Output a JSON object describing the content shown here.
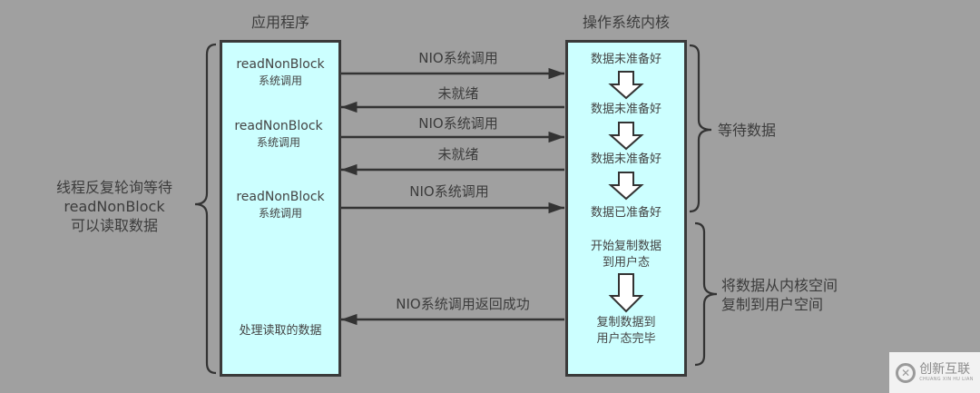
{
  "titles": {
    "app": "应用程序",
    "kernel": "操作系统内核"
  },
  "app_box": {
    "calls": [
      {
        "line1": "readNonBlock",
        "line2": "系统调用"
      },
      {
        "line1": "readNonBlock",
        "line2": "系统调用"
      },
      {
        "line1": "readNonBlock",
        "line2": "系统调用"
      }
    ],
    "process": "处理读取的数据"
  },
  "kernel_box": {
    "states": [
      "数据未准备好",
      "数据未准备好",
      "数据未准备好",
      "数据已准备好"
    ],
    "copy_start": [
      "开始复制数据",
      "到用户态"
    ],
    "copy_done": [
      "复制数据到",
      "用户态完毕"
    ]
  },
  "arrows": [
    {
      "label": "NIO系统调用",
      "direction": "right"
    },
    {
      "label": "未就绪",
      "direction": "left"
    },
    {
      "label": "NIO系统调用",
      "direction": "right"
    },
    {
      "label": "未就绪",
      "direction": "left"
    },
    {
      "label": "NIO系统调用",
      "direction": "right"
    },
    {
      "label": "NIO系统调用返回成功",
      "direction": "left"
    }
  ],
  "left_note": [
    "线程反复轮询等待",
    "readNonBlock",
    "可以读取数据"
  ],
  "right_notes": {
    "wait": "等待数据",
    "copy": [
      "将数据从内核空间",
      "复制到用户空间"
    ]
  },
  "watermark": {
    "cn": "创新互联",
    "en": "CHUANG XIN HU LIAN"
  }
}
